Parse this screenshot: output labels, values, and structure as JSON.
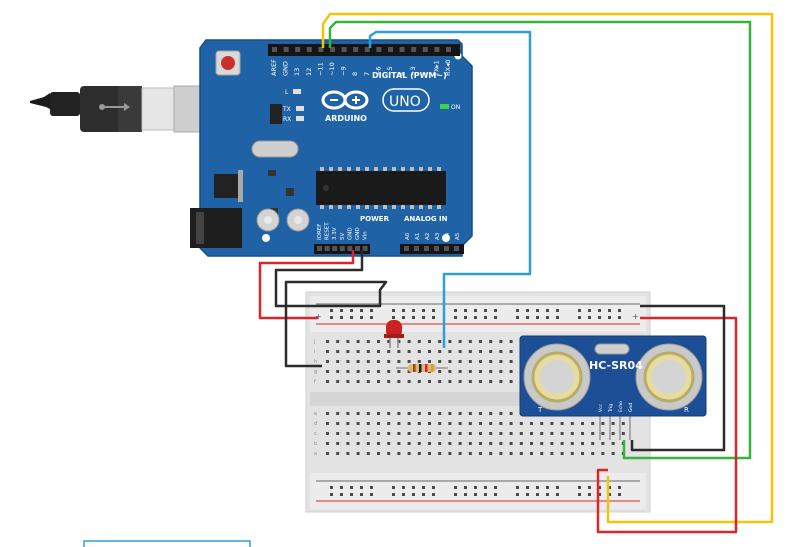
{
  "arduino": {
    "brand": "ARDUINO",
    "model": "UNO",
    "on_label": "ON",
    "digital_header": "DIGITAL (PWM~)",
    "power_header": "POWER",
    "analog_header": "ANALOG IN",
    "led_l": "L",
    "led_tx": "TX",
    "led_rx": "RX",
    "board_color": "#1f63a6",
    "digital_pins": [
      "AREF",
      "GND",
      "13",
      "12",
      "~11",
      "~10",
      "~9",
      "8",
      "7",
      "~6",
      "~5",
      "4",
      "~3",
      "2",
      "TX▸1",
      "RX◂0"
    ],
    "power_pins": [
      "IOREF",
      "RESET",
      "3.3V",
      "5V",
      "GND",
      "GND",
      "Vin"
    ],
    "analog_pins": [
      "A0",
      "A1",
      "A2",
      "A3",
      "A4",
      "A5"
    ]
  },
  "sensor": {
    "name": "HC-SR04",
    "pins": [
      "Vcc",
      "Trig",
      "Echo",
      "Gnd"
    ],
    "left_mark": "T",
    "right_mark": "R",
    "board_color": "#1c4f96"
  },
  "breadboard": {
    "columns": 30,
    "rows_top": [
      "j",
      "i",
      "h",
      "g",
      "f"
    ],
    "rows_bottom": [
      "e",
      "d",
      "c",
      "b",
      "a"
    ]
  },
  "wires": {
    "yellow": "#f2c40c",
    "green": "#36b33c",
    "blue": "#2e9fd6",
    "red": "#d8262b",
    "black": "#2b2b2b"
  }
}
